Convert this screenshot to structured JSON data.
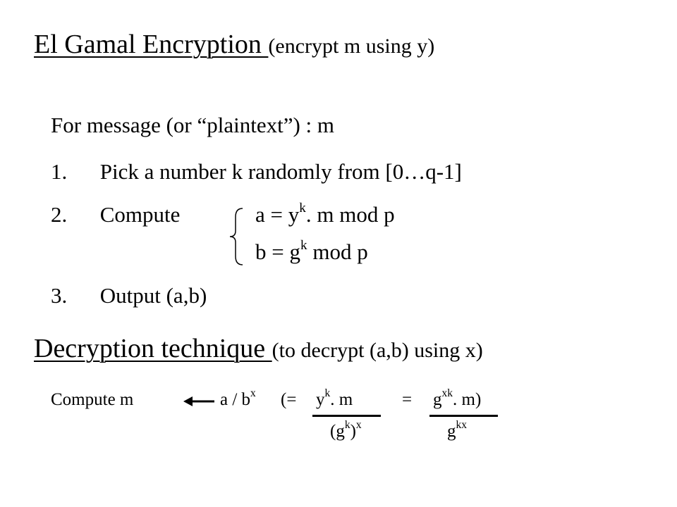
{
  "title": {
    "main": "El Gamal Encryption ",
    "sub": "(encrypt m using y)"
  },
  "message_line": "For message (or “plaintext”) :  m",
  "steps": [
    {
      "num": "1.",
      "text": "Pick a number k randomly from  [0…q-1]"
    },
    {
      "num": "2.",
      "text": "Compute"
    },
    {
      "num": "3.",
      "text": "Output  (a,b)"
    }
  ],
  "compute": {
    "a_base": "a = y",
    "a_sup": "k",
    "a_rest": ". m mod p",
    "b_base": "b = g",
    "b_sup": "k",
    "b_rest": " mod p"
  },
  "decryption": {
    "main": "Decryption technique ",
    "sub": "(to decrypt (a,b) using x)"
  },
  "decrypt_formula": {
    "prefix": "Compute  m",
    "a_over_b": "a / b",
    "x_sup": "x",
    "open": "(= ",
    "num1_base": "y",
    "num1_sup": "k",
    "num1_rest": ". m",
    "equals": "=",
    "num2_base": "g",
    "num2_sup": "xk",
    "num2_rest": ". m)",
    "den1_open": "(g",
    "den1_sup_k": "k",
    "den1_close": ")",
    "den1_sup_x": "x",
    "den2_base": "g",
    "den2_sup": "kx"
  }
}
